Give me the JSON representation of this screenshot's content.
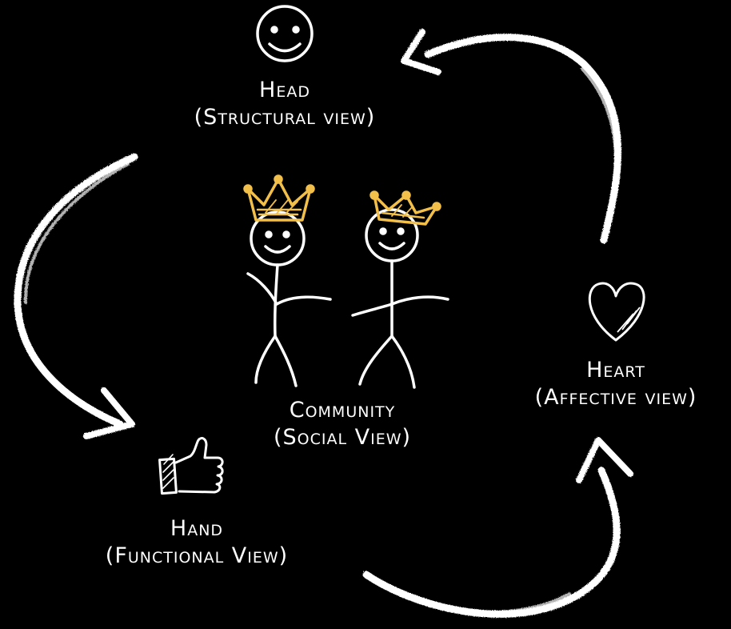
{
  "colors": {
    "background": "#000000",
    "chalk": "#ffffff",
    "crown": "#f2c04a"
  },
  "nodes": {
    "head": {
      "icon": "smiley-face-icon",
      "title": "Head",
      "subtitle": "(Structural view)"
    },
    "heart": {
      "icon": "heart-icon",
      "title": "Heart",
      "subtitle": "(Affective view)"
    },
    "hand": {
      "icon": "thumbs-up-icon",
      "title": "Hand",
      "subtitle": "(Functional View)"
    },
    "community": {
      "icon": "crowned-stick-figures-icon",
      "title": "Community",
      "subtitle": "(Social View)"
    }
  },
  "cycle_arrows": [
    {
      "from": "heart",
      "to": "head"
    },
    {
      "from": "head",
      "to": "hand"
    },
    {
      "from": "hand",
      "to": "heart"
    }
  ]
}
